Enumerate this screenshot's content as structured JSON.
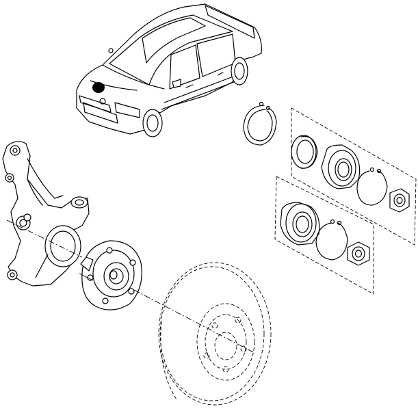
{
  "diagram": {
    "style": "exploded-view line drawing",
    "colors": {
      "line": "#000000",
      "background": "#ffffff"
    },
    "parts": [
      {
        "id": "vehicle",
        "icon": "sedan-car-icon"
      },
      {
        "id": "steering-knuckle",
        "icon": "knuckle-icon"
      },
      {
        "id": "wheel-hub",
        "icon": "hub-flange-icon"
      },
      {
        "id": "brake-disc",
        "icon": "brake-disc-icon",
        "drawn": "dashed"
      },
      {
        "id": "circlip-upper",
        "icon": "circlip-icon"
      },
      {
        "id": "bearing-kit-upper",
        "icon": "bearing-kit-icon",
        "group": "dashed-box"
      },
      {
        "id": "bearing-kit-lower",
        "icon": "bearing-kit-icon",
        "group": "dashed-box"
      }
    ]
  }
}
